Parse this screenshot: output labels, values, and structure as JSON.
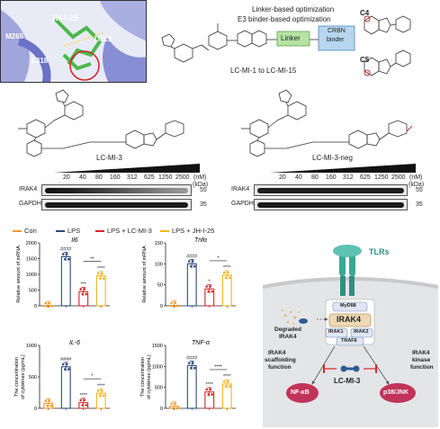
{
  "docking": {
    "ligand": "JH-I-25",
    "residues": [
      "M265",
      "D329",
      "L318"
    ]
  },
  "design": {
    "line1": "Linker-based optimization",
    "line2": "E3 binder-based optimization",
    "linker": "Linker",
    "binder1": "CRBN",
    "binder2": "binder",
    "series": "LC-MI-1 to LC-MI-15",
    "c4": "C4",
    "c5": "C5"
  },
  "compounds": {
    "left": "LC-MI-3",
    "right": "LC-MI-3-neg"
  },
  "blots": {
    "doses": [
      "20",
      "40",
      "80",
      "160",
      "312",
      "625",
      "1250",
      "2500"
    ],
    "unit": "(nM)",
    "kda": "(kDa)",
    "rows": [
      "IRAK4",
      "GAPDH"
    ],
    "mw": [
      "55",
      "35"
    ]
  },
  "legend": {
    "items": [
      "Con",
      "LPS",
      "LPS + LC-MI-3",
      "LPS + JH-I-25"
    ],
    "colors": [
      "#f29a2e",
      "#2c4a7c",
      "#d9252b",
      "#f2b41f"
    ]
  },
  "chart_data": [
    {
      "type": "bar",
      "title": "Il6",
      "ylabel": "Relative amount of mRNA",
      "ylim": [
        0,
        2000
      ],
      "yticks": [
        "0",
        "500",
        "1000",
        "1500",
        "2000"
      ],
      "categories": [
        "Con",
        "LPS",
        "LPS + LC-MI-3",
        "LPS + JH-I-25"
      ],
      "values": [
        1,
        1560,
        450,
        950
      ],
      "sig": [
        "",
        "####",
        "***",
        "****"
      ],
      "bracket": "**"
    },
    {
      "type": "bar",
      "title": "Tnfα",
      "ylabel": "Relative amount of mRNA",
      "ylim": [
        0,
        150
      ],
      "yticks": [
        "0",
        "50",
        "100",
        "150"
      ],
      "categories": [
        "Con",
        "LPS",
        "LPS + LC-MI-3",
        "LPS + JH-I-25"
      ],
      "values": [
        1,
        100,
        40,
        73
      ],
      "sig": [
        "",
        "####",
        "*",
        "****"
      ],
      "bracket": "*"
    },
    {
      "type": "bar",
      "title": "IL-6",
      "ylabel": "The concentration of cytokines (pg/mL)",
      "ylim": [
        0,
        1000
      ],
      "yticks": [
        "0",
        "500",
        "1000"
      ],
      "categories": [
        "Con",
        "LPS",
        "LPS + LC-MI-3",
        "LPS + JH-I-25"
      ],
      "values": [
        80,
        660,
        90,
        240
      ],
      "sig": [
        "",
        "####",
        "****",
        "****"
      ],
      "bracket": "*"
    },
    {
      "type": "bar",
      "title": "TNF-α",
      "ylabel": "The concentration of cytokines (pg/mL)",
      "ylim": [
        0,
        1500
      ],
      "yticks": [
        "0",
        "500",
        "1000",
        "1500"
      ],
      "categories": [
        "Con",
        "LPS",
        "LPS + LC-MI-3",
        "LPS + JH-I-25"
      ],
      "values": [
        50,
        1020,
        390,
        580
      ],
      "sig": [
        "",
        "####",
        "****",
        "****"
      ],
      "bracket": "****"
    }
  ],
  "pathway": {
    "tlrs": "TLRs",
    "myd88": "MyD88",
    "irak4": "IRAK4",
    "irak1": "IRAK1",
    "irak2": "IRAK2",
    "traf6": "TRAF6",
    "degraded1": "Degraded",
    "degraded2": "IRAK4",
    "scaf1": "IRAK4",
    "scaf2": "scaffolding",
    "scaf3": "function",
    "kin1": "IRAK4",
    "kin2": "kinase",
    "kin3": "function",
    "nfkb": "NF-κB",
    "p38": "p38/JNK",
    "drug": "LC-MI-3"
  }
}
